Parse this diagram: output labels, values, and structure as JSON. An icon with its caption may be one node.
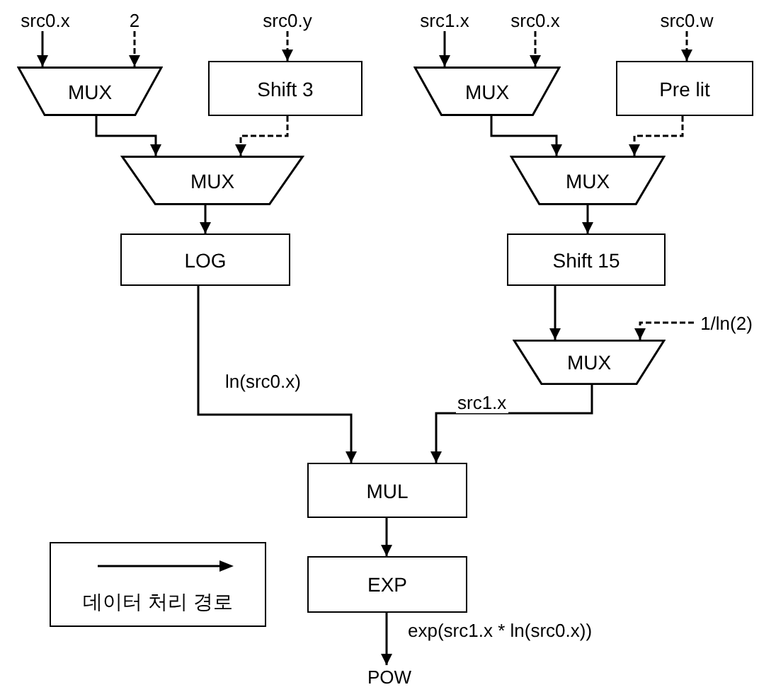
{
  "diagram": {
    "nodes": [
      {
        "text": [
          "src0.x"
        ]
      },
      {
        "text": [
          "2"
        ]
      },
      {
        "text": [
          "src0.y"
        ]
      },
      {
        "text": [
          "src1.x"
        ]
      },
      {
        "text": [
          "src0.x"
        ]
      },
      {
        "text": [
          "src0.w"
        ]
      },
      {
        "text": [
          "MUX"
        ]
      },
      {
        "text": [
          "Shift 3"
        ]
      },
      {
        "text": [
          "MUX"
        ]
      },
      {
        "text": [
          "Pre lit"
        ]
      },
      {
        "text": [
          "MUX"
        ]
      },
      {
        "text": [
          "MUX"
        ]
      },
      {
        "text": [
          "LOG"
        ]
      },
      {
        "text": [
          "Shift 15"
        ]
      },
      {
        "text": [
          "1/ln(2)"
        ]
      },
      {
        "text": [
          "MUX"
        ]
      },
      {
        "text": [
          "MUL"
        ]
      },
      {
        "text": [
          "EXP"
        ]
      },
      {
        "text": [
          "POW"
        ]
      }
    ],
    "edges": [
      {
        "from": 0,
        "to": 6,
        "arrow": "to"
      },
      {
        "from": 1,
        "to": 6,
        "arrow": "to",
        "style": "dashed"
      },
      {
        "from": 2,
        "to": 7,
        "arrow": "to",
        "style": "dashed"
      },
      {
        "from": 3,
        "to": 8,
        "arrow": "to"
      },
      {
        "from": 4,
        "to": 8,
        "arrow": "to",
        "style": "dashed"
      },
      {
        "from": 5,
        "to": 9,
        "arrow": "to",
        "style": "dashed"
      },
      {
        "from": 6,
        "to": 10,
        "arrow": "to"
      },
      {
        "from": 7,
        "to": 10,
        "arrow": "to",
        "style": "dashed"
      },
      {
        "from": 8,
        "to": 11,
        "arrow": "to"
      },
      {
        "from": 9,
        "to": 11,
        "arrow": "to",
        "style": "dashed"
      },
      {
        "from": 10,
        "to": 12,
        "arrow": "to"
      },
      {
        "from": 11,
        "to": 13,
        "arrow": "to"
      },
      {
        "from": 12,
        "to": 16,
        "arrow": "to",
        "label": "ln(src0.x)"
      },
      {
        "from": 13,
        "to": 15,
        "arrow": "to"
      },
      {
        "from": 14,
        "to": 15,
        "arrow": "to",
        "style": "dashed"
      },
      {
        "from": 15,
        "to": 16,
        "arrow": "to",
        "label": "src1.x"
      },
      {
        "from": 16,
        "to": 17,
        "arrow": "to"
      },
      {
        "from": 17,
        "to": 18,
        "arrow": "to",
        "label": "exp(src1.x * ln(src0.x))"
      }
    ],
    "legend": [
      {
        "text": "데이터 처리 경로"
      }
    ]
  }
}
